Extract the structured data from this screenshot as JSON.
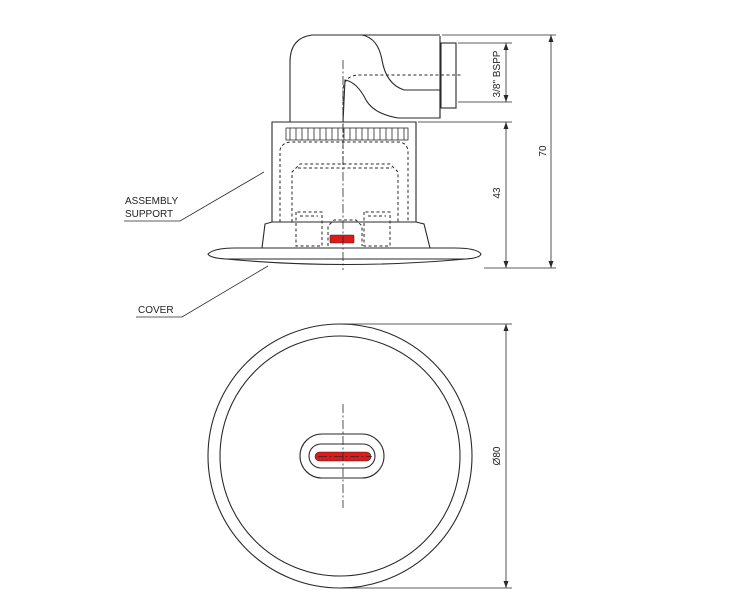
{
  "labels": {
    "assembly_support": [
      "ASSEMBLY",
      "SUPPORT"
    ],
    "cover": "COVER"
  },
  "dimensions": {
    "thread": "3/8\" BSPP",
    "overall_height": "70",
    "body_height": "43",
    "diameter": "Ø80"
  },
  "colors": {
    "line": "#2a2a2a",
    "nozzle": "#e01a1a",
    "background": "#ffffff"
  }
}
